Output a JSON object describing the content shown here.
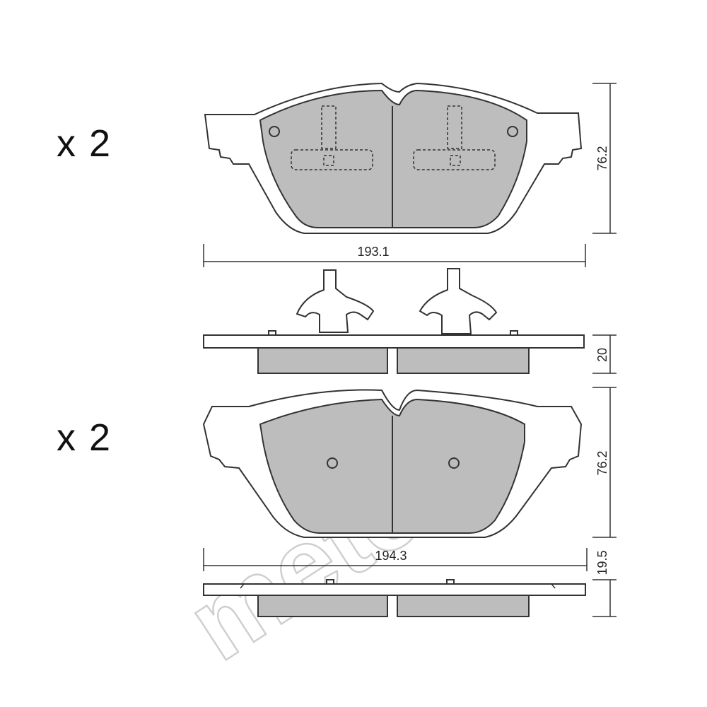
{
  "quantity": {
    "top": "x 2",
    "bottom": "x 2"
  },
  "dimensions": {
    "top_pad_height": "76.2",
    "top_pad_width": "193.1",
    "top_pad_thickness": "20",
    "bottom_pad_height": "76.2",
    "bottom_pad_width": "194.3",
    "bottom_pad_thickness": "19.5"
  },
  "watermark": "metelli",
  "colors": {
    "friction_fill": "#bdbdbd",
    "outline": "#333333",
    "watermark": "#cfcfcf"
  }
}
